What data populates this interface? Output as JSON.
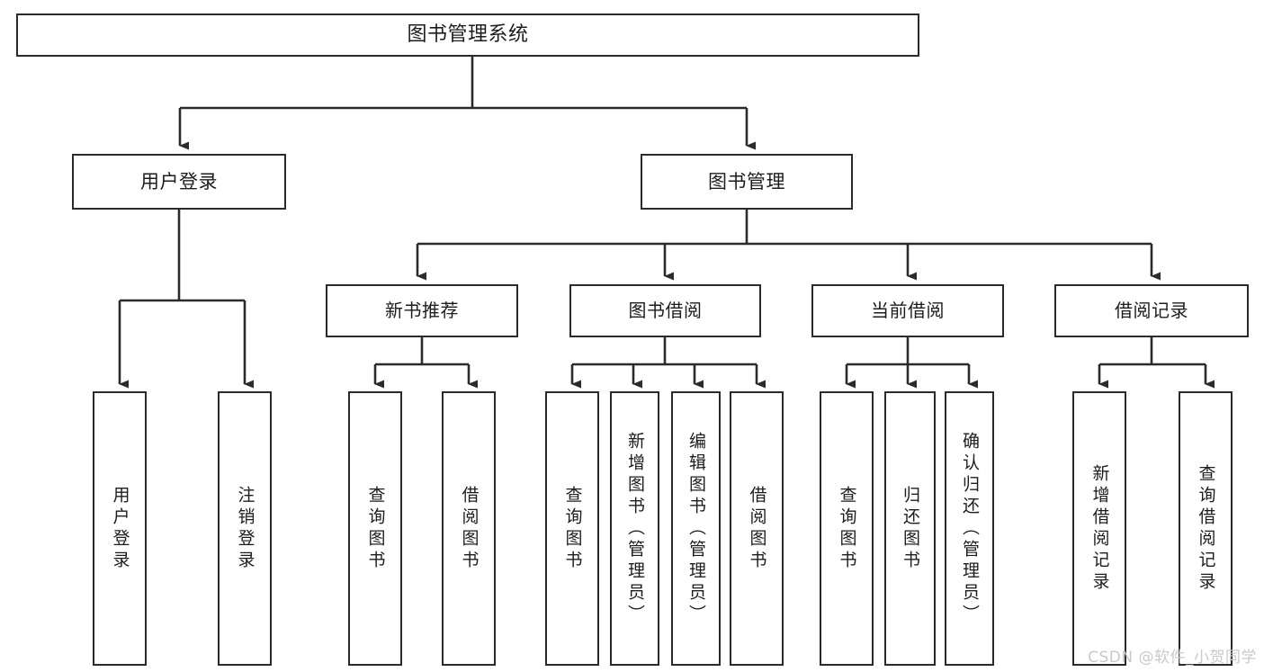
{
  "diagram": {
    "title": "图书管理系统",
    "type": "hierarchy-tree",
    "watermark": "CSDN @软件_小贺同学",
    "colors": {
      "background": "#ffffff",
      "box_border": "#2b2b2b",
      "box_fill": "#ffffff",
      "edge": "#2b2b2b",
      "text": "#1c1c1c",
      "watermark": "#c9c9c9"
    },
    "nodes": {
      "root": {
        "label": "图书管理系统"
      },
      "level2": [
        {
          "id": "user-login",
          "label": "用户登录"
        },
        {
          "id": "book-manage",
          "label": "图书管理"
        }
      ],
      "level3": [
        {
          "id": "new-book-recommend",
          "label": "新书推荐"
        },
        {
          "id": "book-borrow",
          "label": "图书借阅"
        },
        {
          "id": "current-borrow",
          "label": "当前借阅"
        },
        {
          "id": "borrow-record",
          "label": "借阅记录"
        }
      ],
      "leaves": [
        {
          "id": "leaf-user-login",
          "label": "用户登录",
          "parent": "user-login"
        },
        {
          "id": "leaf-logout",
          "label": "注销登录",
          "parent": "user-login"
        },
        {
          "id": "leaf-query-book-1",
          "label": "查询图书",
          "parent": "new-book-recommend"
        },
        {
          "id": "leaf-borrow-book-1",
          "label": "借阅图书",
          "parent": "new-book-recommend"
        },
        {
          "id": "leaf-query-book-2",
          "label": "查询图书",
          "parent": "book-borrow"
        },
        {
          "id": "leaf-add-book",
          "label": "新增图书（管理员）",
          "parent": "book-borrow"
        },
        {
          "id": "leaf-edit-book",
          "label": "编辑图书（管理员）",
          "parent": "book-borrow"
        },
        {
          "id": "leaf-borrow-book-2",
          "label": "借阅图书",
          "parent": "book-borrow"
        },
        {
          "id": "leaf-query-book-3",
          "label": "查询图书",
          "parent": "current-borrow"
        },
        {
          "id": "leaf-return-book",
          "label": "归还图书",
          "parent": "current-borrow"
        },
        {
          "id": "leaf-confirm-return",
          "label": "确认归还（管理员）",
          "parent": "current-borrow"
        },
        {
          "id": "leaf-add-record",
          "label": "新增借阅记录",
          "parent": "borrow-record"
        },
        {
          "id": "leaf-query-record",
          "label": "查询借阅记录",
          "parent": "borrow-record"
        }
      ]
    }
  }
}
